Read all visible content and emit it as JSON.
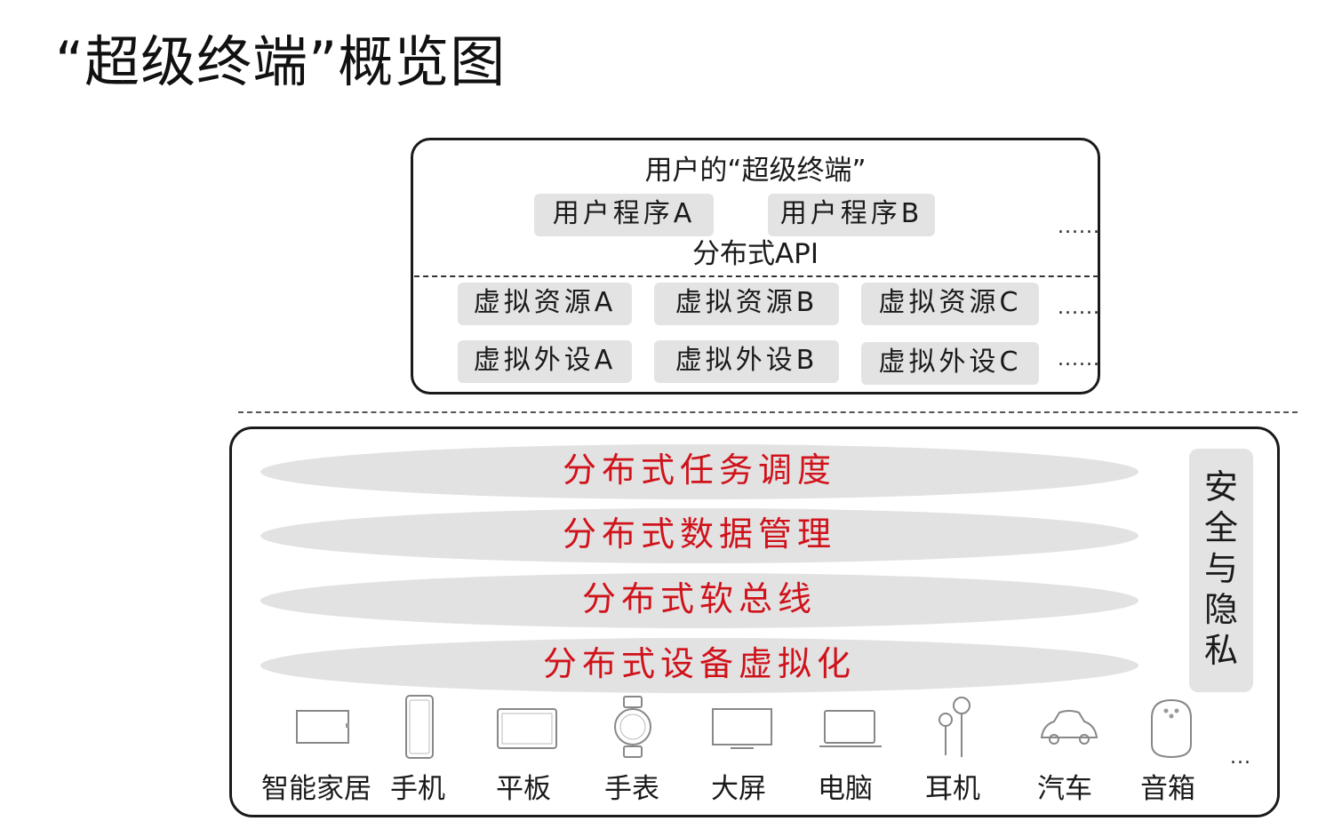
{
  "title": "“超级终端”概览图",
  "upper": {
    "title": "用户的“超级终端”",
    "programs": [
      "用户程序A",
      "用户程序B"
    ],
    "api_label": "分布式API",
    "resources": [
      "虚拟资源A",
      "虚拟资源B",
      "虚拟资源C"
    ],
    "peripherals": [
      "虚拟外设A",
      "虚拟外设B",
      "虚拟外设C"
    ],
    "ellipsis": "......"
  },
  "lower": {
    "layers": [
      "分布式任务调度",
      "分布式数据管理",
      "分布式软总线",
      "分布式设备虚拟化"
    ],
    "security_label": "安全与隐私",
    "devices": [
      "智能家居",
      "手机",
      "平板",
      "手表",
      "大屏",
      "电脑",
      "耳机",
      "汽车",
      "音箱"
    ],
    "devices_ellipsis": "..."
  },
  "colors": {
    "accent_red": "#d0121b",
    "chip_gray": "#e3e3e3",
    "layer_gray": "#e2e2e2",
    "border": "#1a1a1a"
  }
}
